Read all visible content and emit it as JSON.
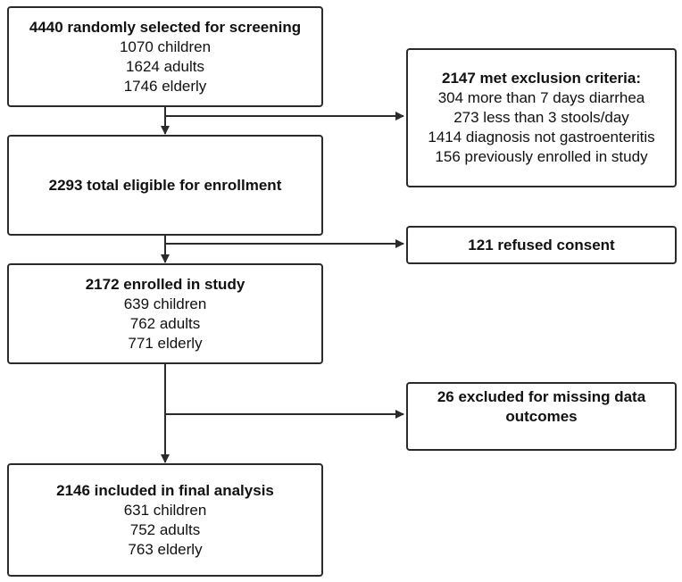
{
  "flow": {
    "screening": {
      "title": "4440 randomly selected for screening",
      "lines": [
        "1070 children",
        "1624 adults",
        "1746 elderly"
      ]
    },
    "exclusion": {
      "title": "2147 met exclusion criteria:",
      "lines": [
        "304 more than 7 days diarrhea",
        "273 less than 3 stools/day",
        "1414 diagnosis not gastroenteritis",
        "156 previously enrolled in study"
      ]
    },
    "eligible": {
      "title": "2293 total eligible for enrollment"
    },
    "refused": {
      "title": "121 refused consent"
    },
    "enrolled": {
      "title": "2172 enrolled in study",
      "lines": [
        "639 children",
        "762 adults",
        "771 elderly"
      ]
    },
    "missing": {
      "title": "26 excluded for missing data outcomes"
    },
    "final": {
      "title": "2146 included in final analysis",
      "lines": [
        "631 children",
        "752 adults",
        "763 elderly"
      ]
    }
  },
  "colors": {
    "stroke": "#2b2b2b",
    "background": "#ffffff"
  }
}
